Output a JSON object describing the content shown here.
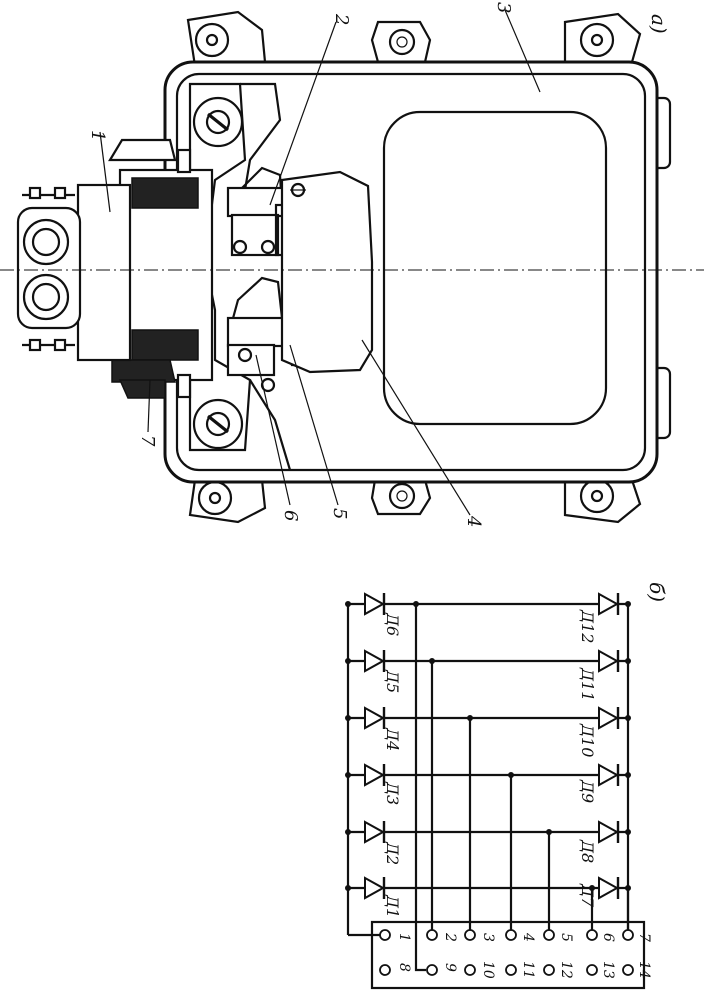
{
  "figure": {
    "part_a_label": "а)",
    "part_b_label": "б)"
  },
  "callouts": [
    "1",
    "2",
    "3",
    "4",
    "5",
    "6",
    "7"
  ],
  "diode_labels": {
    "top_row": [
      "Д6",
      "Д5",
      "Д4",
      "Д3",
      "Д2",
      "Д1"
    ],
    "bottom_row": [
      "Д12",
      "Д11",
      "Д10",
      "Д9",
      "Д8",
      "Д7"
    ]
  },
  "terminal_numbers": {
    "row1": [
      "1",
      "2",
      "3",
      "4",
      "5",
      "6",
      "7"
    ],
    "row2": [
      "8",
      "9",
      "10",
      "11",
      "12",
      "13",
      "14"
    ]
  }
}
